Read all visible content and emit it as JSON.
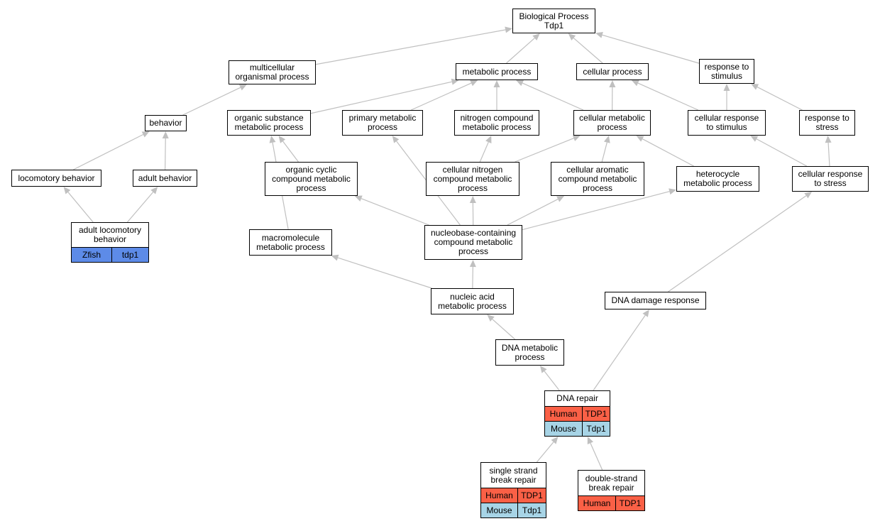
{
  "colors": {
    "edge": "#c0c0c0",
    "human": "#fa6046",
    "mouse": "#a7d4e6",
    "zfish": "#5d8be8"
  },
  "nodes": {
    "bp": "Biological Process\nTdp1",
    "multicellular": "multicellular\norganismal process",
    "metabolic": "metabolic process",
    "cellular_process": "cellular process",
    "response_stimulus": "response to\nstimulus",
    "behavior": "behavior",
    "organic_substance": "organic substance\nmetabolic process",
    "primary_metabolic": "primary metabolic\nprocess",
    "nitrogen_compound": "nitrogen compound\nmetabolic process",
    "cellular_metabolic": "cellular metabolic\nprocess",
    "cellular_response_stimulus": "cellular response\nto stimulus",
    "response_stress": "response to\nstress",
    "locomotory": "locomotory behavior",
    "adult_behavior": "adult behavior",
    "organic_cyclic": "organic cyclic\ncompound metabolic\nprocess",
    "cellular_nitrogen": "cellular nitrogen\ncompound metabolic\nprocess",
    "cellular_aromatic": "cellular aromatic\ncompound metabolic\nprocess",
    "heterocycle": "heterocycle\nmetabolic process",
    "cellular_response_stress": "cellular response\nto stress",
    "macromolecule": "macromolecule\nmetabolic process",
    "nucleobase": "nucleobase-containing\ncompound metabolic\nprocess",
    "nucleic_acid": "nucleic acid\nmetabolic process",
    "dna_damage": "DNA damage response",
    "dna_metabolic": "DNA metabolic\nprocess"
  },
  "gene_nodes": {
    "adult_locomotory": {
      "title": "adult locomotory\nbehavior",
      "rows": [
        {
          "species": "Zfish",
          "gene": "tdp1"
        }
      ]
    },
    "dna_repair": {
      "title": "DNA repair",
      "rows": [
        {
          "species": "Human",
          "gene": "TDP1"
        },
        {
          "species": "Mouse",
          "gene": "Tdp1"
        }
      ]
    },
    "ssb_repair": {
      "title": "single strand\nbreak repair",
      "rows": [
        {
          "species": "Human",
          "gene": "TDP1"
        },
        {
          "species": "Mouse",
          "gene": "Tdp1"
        }
      ]
    },
    "dsb_repair": {
      "title": "double-strand\nbreak repair",
      "rows": [
        {
          "species": "Human",
          "gene": "TDP1"
        }
      ]
    }
  },
  "edges": [
    [
      "multicellular",
      "bp"
    ],
    [
      "metabolic",
      "bp"
    ],
    [
      "cellular_process",
      "bp"
    ],
    [
      "response_stimulus",
      "bp"
    ],
    [
      "behavior",
      "multicellular"
    ],
    [
      "organic_substance",
      "metabolic"
    ],
    [
      "primary_metabolic",
      "metabolic"
    ],
    [
      "nitrogen_compound",
      "metabolic"
    ],
    [
      "cellular_metabolic",
      "metabolic"
    ],
    [
      "cellular_metabolic",
      "cellular_process"
    ],
    [
      "cellular_response_stimulus",
      "cellular_process"
    ],
    [
      "cellular_response_stimulus",
      "response_stimulus"
    ],
    [
      "response_stress",
      "response_stimulus"
    ],
    [
      "locomotory",
      "behavior"
    ],
    [
      "adult_behavior",
      "behavior"
    ],
    [
      "adult_locomotory",
      "locomotory"
    ],
    [
      "adult_locomotory",
      "adult_behavior"
    ],
    [
      "organic_cyclic",
      "organic_substance"
    ],
    [
      "macromolecule",
      "organic_substance"
    ],
    [
      "nucleobase",
      "primary_metabolic"
    ],
    [
      "cellular_nitrogen",
      "nitrogen_compound"
    ],
    [
      "cellular_nitrogen",
      "cellular_metabolic"
    ],
    [
      "cellular_aromatic",
      "cellular_metabolic"
    ],
    [
      "heterocycle",
      "cellular_metabolic"
    ],
    [
      "cellular_response_stress",
      "cellular_response_stimulus"
    ],
    [
      "cellular_response_stress",
      "response_stress"
    ],
    [
      "nucleobase",
      "organic_cyclic"
    ],
    [
      "nucleobase",
      "cellular_nitrogen"
    ],
    [
      "nucleobase",
      "cellular_aromatic"
    ],
    [
      "nucleobase",
      "heterocycle"
    ],
    [
      "nucleic_acid",
      "macromolecule"
    ],
    [
      "nucleic_acid",
      "nucleobase"
    ],
    [
      "dna_metabolic",
      "nucleic_acid"
    ],
    [
      "dna_damage",
      "cellular_response_stress"
    ],
    [
      "dna_repair",
      "dna_metabolic"
    ],
    [
      "dna_repair",
      "dna_damage"
    ],
    [
      "ssb_repair",
      "dna_repair"
    ],
    [
      "dsb_repair",
      "dna_repair"
    ]
  ]
}
